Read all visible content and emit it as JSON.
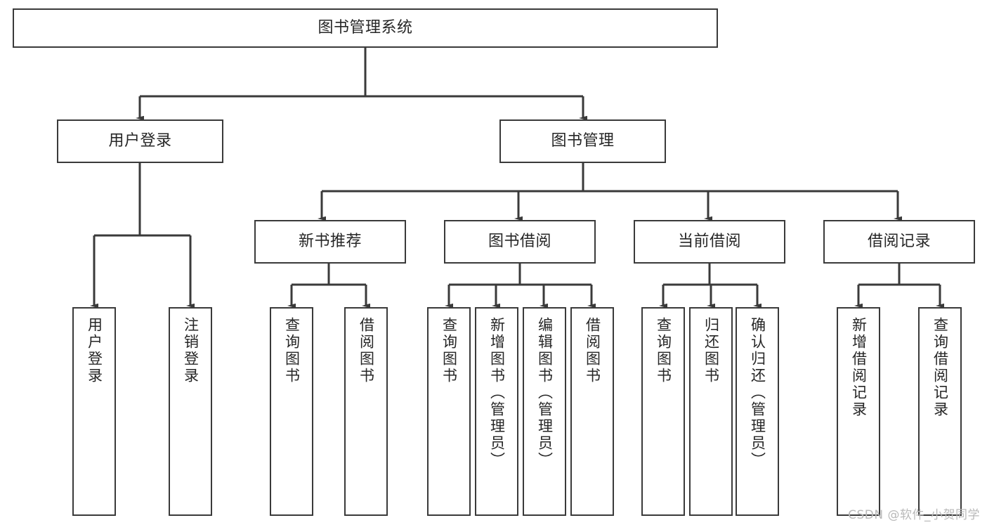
{
  "diagram": {
    "title": "图书管理系统",
    "watermark": "CSDN @软件_小贺同学",
    "stroke_color": "#3a3a3a",
    "text_color": "#262626",
    "background": "#ffffff",
    "root": {
      "id": "root",
      "label": "图书管理系统",
      "orientation": "horizontal"
    },
    "level2": [
      {
        "id": "user-login",
        "label": "用户登录",
        "orientation": "horizontal"
      },
      {
        "id": "book-manage",
        "label": "图书管理",
        "orientation": "horizontal"
      }
    ],
    "level3": [
      {
        "id": "new-book-recommend",
        "label": "新书推荐",
        "orientation": "horizontal",
        "parent": "book-manage"
      },
      {
        "id": "book-borrow",
        "label": "图书借阅",
        "orientation": "horizontal",
        "parent": "book-manage"
      },
      {
        "id": "current-borrow",
        "label": "当前借阅",
        "orientation": "horizontal",
        "parent": "book-manage"
      },
      {
        "id": "borrow-record",
        "label": "借阅记录",
        "orientation": "horizontal",
        "parent": "book-manage"
      }
    ],
    "leaves": [
      {
        "id": "leaf-user-login",
        "label": "用户登录",
        "orientation": "vertical",
        "parent": "user-login"
      },
      {
        "id": "leaf-logout",
        "label": "注销登录",
        "orientation": "vertical",
        "parent": "user-login"
      },
      {
        "id": "leaf-query-book-1",
        "label": "查询图书",
        "orientation": "vertical",
        "parent": "new-book-recommend"
      },
      {
        "id": "leaf-borrow-book-1",
        "label": "借阅图书",
        "orientation": "vertical",
        "parent": "new-book-recommend"
      },
      {
        "id": "leaf-query-book-2",
        "label": "查询图书",
        "orientation": "vertical",
        "parent": "book-borrow"
      },
      {
        "id": "leaf-add-book",
        "label": "新增图书（管理员）",
        "orientation": "vertical",
        "parent": "book-borrow"
      },
      {
        "id": "leaf-edit-book",
        "label": "编辑图书（管理员）",
        "orientation": "vertical",
        "parent": "book-borrow"
      },
      {
        "id": "leaf-borrow-book-2",
        "label": "借阅图书",
        "orientation": "vertical",
        "parent": "book-borrow"
      },
      {
        "id": "leaf-query-book-3",
        "label": "查询图书",
        "orientation": "vertical",
        "parent": "current-borrow"
      },
      {
        "id": "leaf-return-book",
        "label": "归还图书",
        "orientation": "vertical",
        "parent": "current-borrow"
      },
      {
        "id": "leaf-confirm-return",
        "label": "确认归还（管理员）",
        "orientation": "vertical",
        "parent": "current-borrow"
      },
      {
        "id": "leaf-add-record",
        "label": "新增借阅记录",
        "orientation": "vertical",
        "parent": "borrow-record"
      },
      {
        "id": "leaf-query-record",
        "label": "查询借阅记录",
        "orientation": "vertical",
        "parent": "borrow-record"
      }
    ]
  }
}
